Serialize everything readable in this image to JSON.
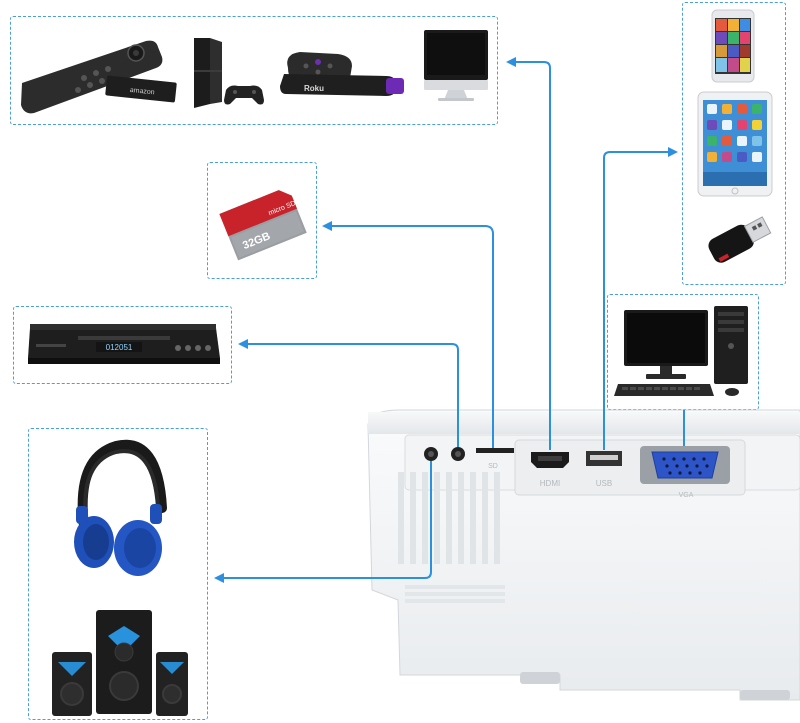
{
  "colors": {
    "arrow": "#2d8fe0",
    "dashed_border": "#4a9fd6",
    "projector": "#eef0f2",
    "headphone_blue": "#1f4fb8"
  },
  "microsd": {
    "capacity": "32GB",
    "brand": "micro SD HC"
  },
  "fire_stick": {
    "brand": "amazon"
  },
  "roku": {
    "brand": "Roku"
  },
  "dvd_player": {
    "display": "012051"
  },
  "projector": {
    "port_labels": {
      "hdmi": "HDMI",
      "usb": "USB",
      "sd": "SD",
      "vga": "VGA"
    }
  },
  "icons": [
    "fire-tv-remote-icon",
    "ps4-console-icon",
    "roku-stick-icon",
    "imac-icon",
    "microsd-card-icon",
    "dvd-player-icon",
    "headphones-icon",
    "speakers-icon",
    "iphone-icon",
    "ipad-icon",
    "usb-flash-drive-icon",
    "desktop-computer-icon",
    "projector-icon"
  ]
}
